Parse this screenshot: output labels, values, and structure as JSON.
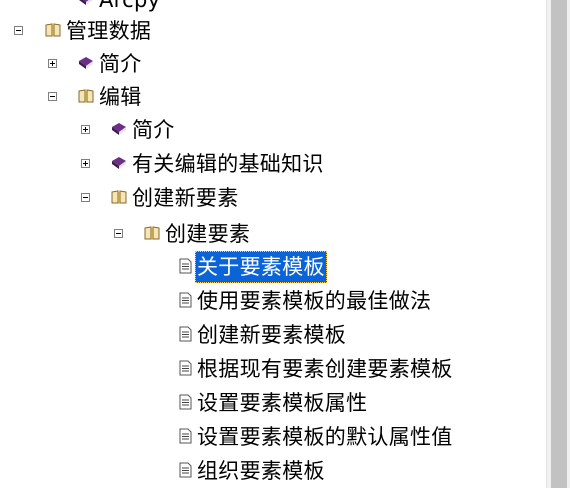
{
  "tree": {
    "items": [
      {
        "label": "Arcpy",
        "icon": "book-closed-icon",
        "expander": "none",
        "selected": false
      },
      {
        "label": "管理数据",
        "icon": "book-open-icon",
        "expander": "minus",
        "selected": false
      },
      {
        "label": "简介",
        "icon": "book-closed-icon",
        "expander": "plus",
        "selected": false
      },
      {
        "label": "编辑",
        "icon": "book-open-icon",
        "expander": "minus",
        "selected": false
      },
      {
        "label": "简介",
        "icon": "book-closed-icon",
        "expander": "plus",
        "selected": false
      },
      {
        "label": "有关编辑的基础知识",
        "icon": "book-closed-icon",
        "expander": "plus",
        "selected": false
      },
      {
        "label": "创建新要素",
        "icon": "book-open-icon",
        "expander": "minus",
        "selected": false
      },
      {
        "label": "创建要素",
        "icon": "book-open-icon",
        "expander": "minus",
        "selected": false
      },
      {
        "label": "关于要素模板",
        "icon": "page-icon",
        "expander": "none",
        "selected": true
      },
      {
        "label": "使用要素模板的最佳做法",
        "icon": "page-icon",
        "expander": "none",
        "selected": false
      },
      {
        "label": "创建新要素模板",
        "icon": "page-icon",
        "expander": "none",
        "selected": false
      },
      {
        "label": "根据现有要素创建要素模板",
        "icon": "page-icon",
        "expander": "none",
        "selected": false
      },
      {
        "label": "设置要素模板属性",
        "icon": "page-icon",
        "expander": "none",
        "selected": false
      },
      {
        "label": "设置要素模板的默认属性值",
        "icon": "page-icon",
        "expander": "none",
        "selected": false
      },
      {
        "label": "组织要素模板",
        "icon": "page-icon",
        "expander": "none",
        "selected": false
      }
    ]
  },
  "colors": {
    "selection_bg": "#0a64d8",
    "selection_text": "#ffffff",
    "book_closed": "#6b2f86",
    "book_open": "#c8a24a",
    "scrollbar_thumb": "#c2c2c2"
  }
}
